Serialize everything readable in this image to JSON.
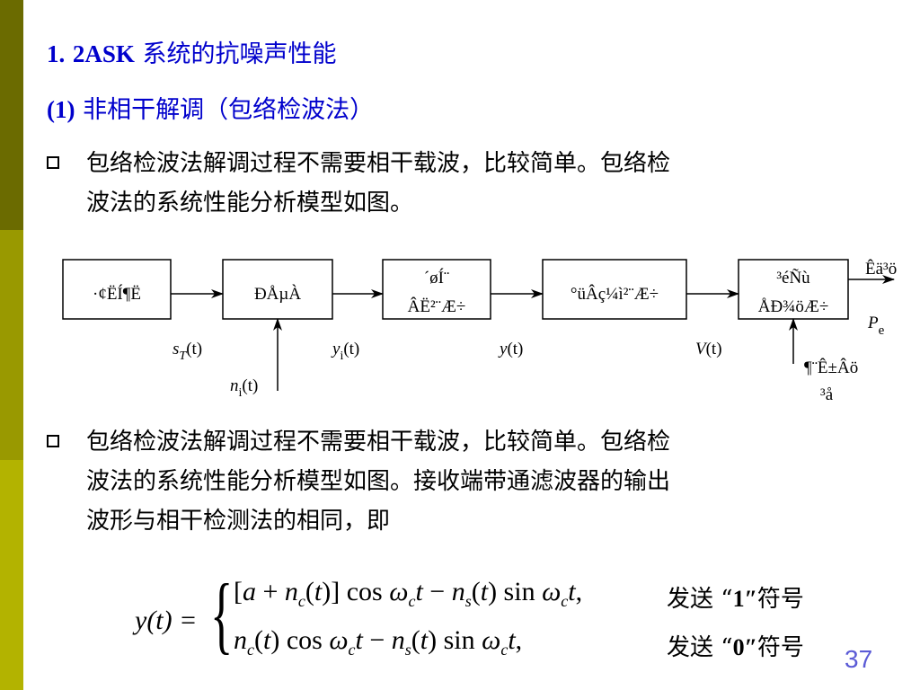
{
  "sidebar_colors": [
    "#6b6b00",
    "#6b6b00",
    "#999900",
    "#999900",
    "#b3b300",
    "#b3b300"
  ],
  "title": {
    "num": "1.",
    "prefix": "2ASK",
    "rest": " 系统的抗噪声性能"
  },
  "subtitle": {
    "num": "(1)",
    "rest": "  非相干解调（包络检波法）"
  },
  "bullet1": {
    "lines": [
      "包络检波法解调过程不需要相干载波，比较简单。包络检",
      "波法的系统性能分析模型如图。"
    ]
  },
  "diagram": {
    "blocks": [
      {
        "label1": "·¢ËÍ¶Ë",
        "label2": ""
      },
      {
        "label1": "ÐÅµÀ",
        "label2": ""
      },
      {
        "label1": "´øÍ¨",
        "label2": "ÂË²¨Æ÷"
      },
      {
        "label1": "°üÂç¼ì²¨Æ÷",
        "label2": ""
      },
      {
        "label1": "³éÑù",
        "label2": "ÅÐ¾öÆ÷"
      }
    ],
    "signals": {
      "s_main": "s",
      "s_sub": "T",
      "s_arg": "(t)",
      "y_i_main": "y",
      "y_i_sub": "i",
      "y_i_arg": "(t)",
      "y_main": "y",
      "y_arg": "(t)",
      "v_main": "V",
      "v_arg": "(t)",
      "n_main": "n",
      "n_sub": "i",
      "n_arg": "(t)",
      "pe_main": "P",
      "pe_sub": "e"
    },
    "output_label": "Êä³ö",
    "timing_label1": "¶¨Ê±Âö",
    "timing_label2": "³å"
  },
  "bullet2": {
    "lines": [
      "包络检波法解调过程不需要相干载波，比较简单。包络检",
      "波法的系统性能分析模型如图。接收端带通滤波器的输出",
      "波形与相干检测法的相同，即"
    ]
  },
  "formula": {
    "lhs": "y(t) =",
    "row1": "[a + nc(t)] cos ωct − ns(t) sin ωct,",
    "row2": "nc(t) cos ωct − ns(t) sin ωct,",
    "note1": {
      "pre": "发送 “",
      "sym": "1″",
      "post": "符号"
    },
    "note2": {
      "pre": "发送 “",
      "sym": "0″",
      "post": "符号"
    }
  },
  "page_number": "37"
}
